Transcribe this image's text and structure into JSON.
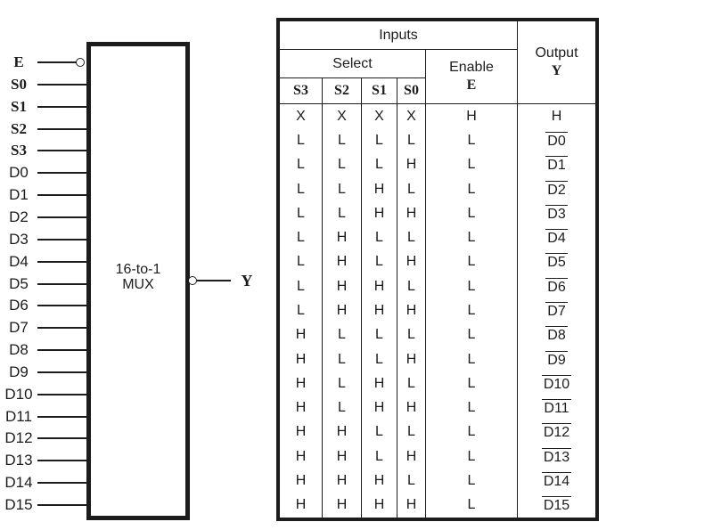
{
  "colors": {
    "ink": "#1c1c1c",
    "background": "#ffffff"
  },
  "diagram": {
    "box_label": {
      "line1": "16-to-1",
      "line2": "MUX"
    },
    "output": {
      "label": "Y",
      "bubble": true
    },
    "pins": [
      {
        "label": "E",
        "group": "enable",
        "bubble": true
      },
      {
        "label": "S0",
        "group": "select",
        "bubble": false
      },
      {
        "label": "S1",
        "group": "select",
        "bubble": false
      },
      {
        "label": "S2",
        "group": "select",
        "bubble": false
      },
      {
        "label": "S3",
        "group": "select",
        "bubble": false
      },
      {
        "label": "D0",
        "group": "data",
        "bubble": false
      },
      {
        "label": "D1",
        "group": "data",
        "bubble": false
      },
      {
        "label": "D2",
        "group": "data",
        "bubble": false
      },
      {
        "label": "D3",
        "group": "data",
        "bubble": false
      },
      {
        "label": "D4",
        "group": "data",
        "bubble": false
      },
      {
        "label": "D5",
        "group": "data",
        "bubble": false
      },
      {
        "label": "D6",
        "group": "data",
        "bubble": false
      },
      {
        "label": "D7",
        "group": "data",
        "bubble": false
      },
      {
        "label": "D8",
        "group": "data",
        "bubble": false
      },
      {
        "label": "D9",
        "group": "data",
        "bubble": false
      },
      {
        "label": "D10",
        "group": "data",
        "bubble": false
      },
      {
        "label": "D11",
        "group": "data",
        "bubble": false
      },
      {
        "label": "D12",
        "group": "data",
        "bubble": false
      },
      {
        "label": "D13",
        "group": "data",
        "bubble": false
      },
      {
        "label": "D14",
        "group": "data",
        "bubble": false
      },
      {
        "label": "D15",
        "group": "data",
        "bubble": false
      }
    ]
  },
  "table": {
    "header": {
      "inputs": "Inputs",
      "select": "Select",
      "enable_title": "Enable",
      "enable_symbol": "E",
      "output_title": "Output",
      "output_symbol": "Y",
      "select_columns": [
        "S3",
        "S2",
        "S1",
        "S0"
      ]
    },
    "rows": [
      {
        "select": [
          "X",
          "X",
          "X",
          "X"
        ],
        "enable": "H",
        "output": "H",
        "output_overline": false
      },
      {
        "select": [
          "L",
          "L",
          "L",
          "L"
        ],
        "enable": "L",
        "output": "D0",
        "output_overline": true
      },
      {
        "select": [
          "L",
          "L",
          "L",
          "H"
        ],
        "enable": "L",
        "output": "D1",
        "output_overline": true
      },
      {
        "select": [
          "L",
          "L",
          "H",
          "L"
        ],
        "enable": "L",
        "output": "D2",
        "output_overline": true
      },
      {
        "select": [
          "L",
          "L",
          "H",
          "H"
        ],
        "enable": "L",
        "output": "D3",
        "output_overline": true
      },
      {
        "select": [
          "L",
          "H",
          "L",
          "L"
        ],
        "enable": "L",
        "output": "D4",
        "output_overline": true
      },
      {
        "select": [
          "L",
          "H",
          "L",
          "H"
        ],
        "enable": "L",
        "output": "D5",
        "output_overline": true
      },
      {
        "select": [
          "L",
          "H",
          "H",
          "L"
        ],
        "enable": "L",
        "output": "D6",
        "output_overline": true
      },
      {
        "select": [
          "L",
          "H",
          "H",
          "H"
        ],
        "enable": "L",
        "output": "D7",
        "output_overline": true
      },
      {
        "select": [
          "H",
          "L",
          "L",
          "L"
        ],
        "enable": "L",
        "output": "D8",
        "output_overline": true
      },
      {
        "select": [
          "H",
          "L",
          "L",
          "H"
        ],
        "enable": "L",
        "output": "D9",
        "output_overline": true
      },
      {
        "select": [
          "H",
          "L",
          "H",
          "L"
        ],
        "enable": "L",
        "output": "D10",
        "output_overline": true
      },
      {
        "select": [
          "H",
          "L",
          "H",
          "H"
        ],
        "enable": "L",
        "output": "D11",
        "output_overline": true
      },
      {
        "select": [
          "H",
          "H",
          "L",
          "L"
        ],
        "enable": "L",
        "output": "D12",
        "output_overline": true
      },
      {
        "select": [
          "H",
          "H",
          "L",
          "H"
        ],
        "enable": "L",
        "output": "D13",
        "output_overline": true
      },
      {
        "select": [
          "H",
          "H",
          "H",
          "L"
        ],
        "enable": "L",
        "output": "D14",
        "output_overline": true
      },
      {
        "select": [
          "H",
          "H",
          "H",
          "H"
        ],
        "enable": "L",
        "output": "D15",
        "output_overline": true
      }
    ]
  }
}
